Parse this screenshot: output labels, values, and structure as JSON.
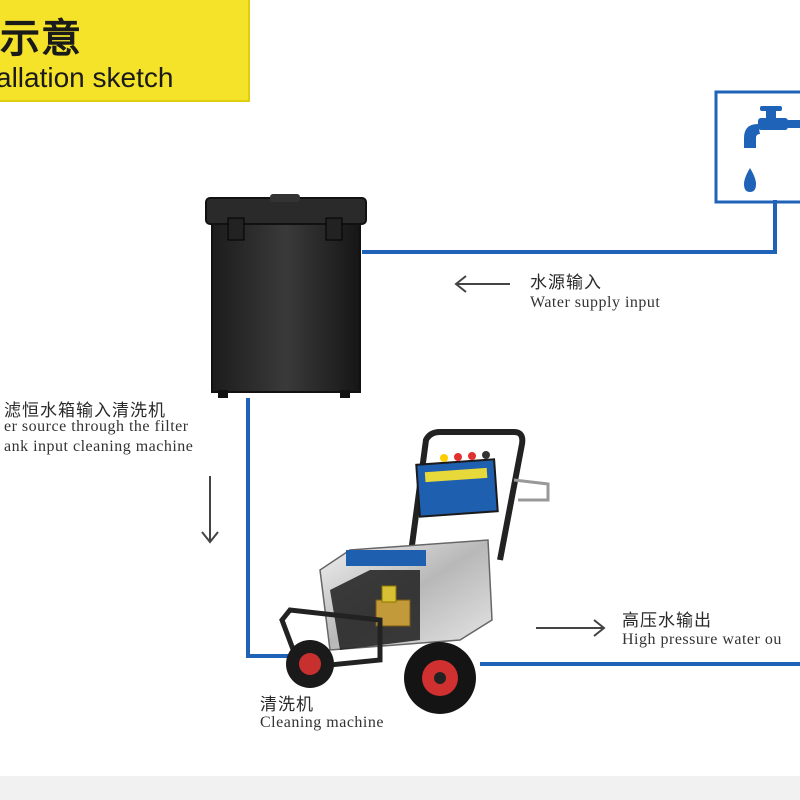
{
  "banner": {
    "title_cn": "示意",
    "title_en": "allation sketch"
  },
  "labels": {
    "water_supply_cn": "水源输入",
    "water_supply_en": "Water supply input",
    "filter_cn": "滤恒水箱输入清洗机",
    "filter_en_line1": "er source through the filter",
    "filter_en_line2": "ank input cleaning machine",
    "high_pressure_cn": "高压水输出",
    "high_pressure_en": "High pressure water ou",
    "machine_cn": "清洗机",
    "machine_en": "Cleaning  machine"
  },
  "colors": {
    "banner": "#f5e32a",
    "pipe": "#1e63b8",
    "faucet": "#1e63b8"
  },
  "icons": [
    "faucet-icon",
    "water-drop-icon",
    "arrow-left-icon",
    "arrow-down-icon",
    "arrow-right-icon"
  ]
}
